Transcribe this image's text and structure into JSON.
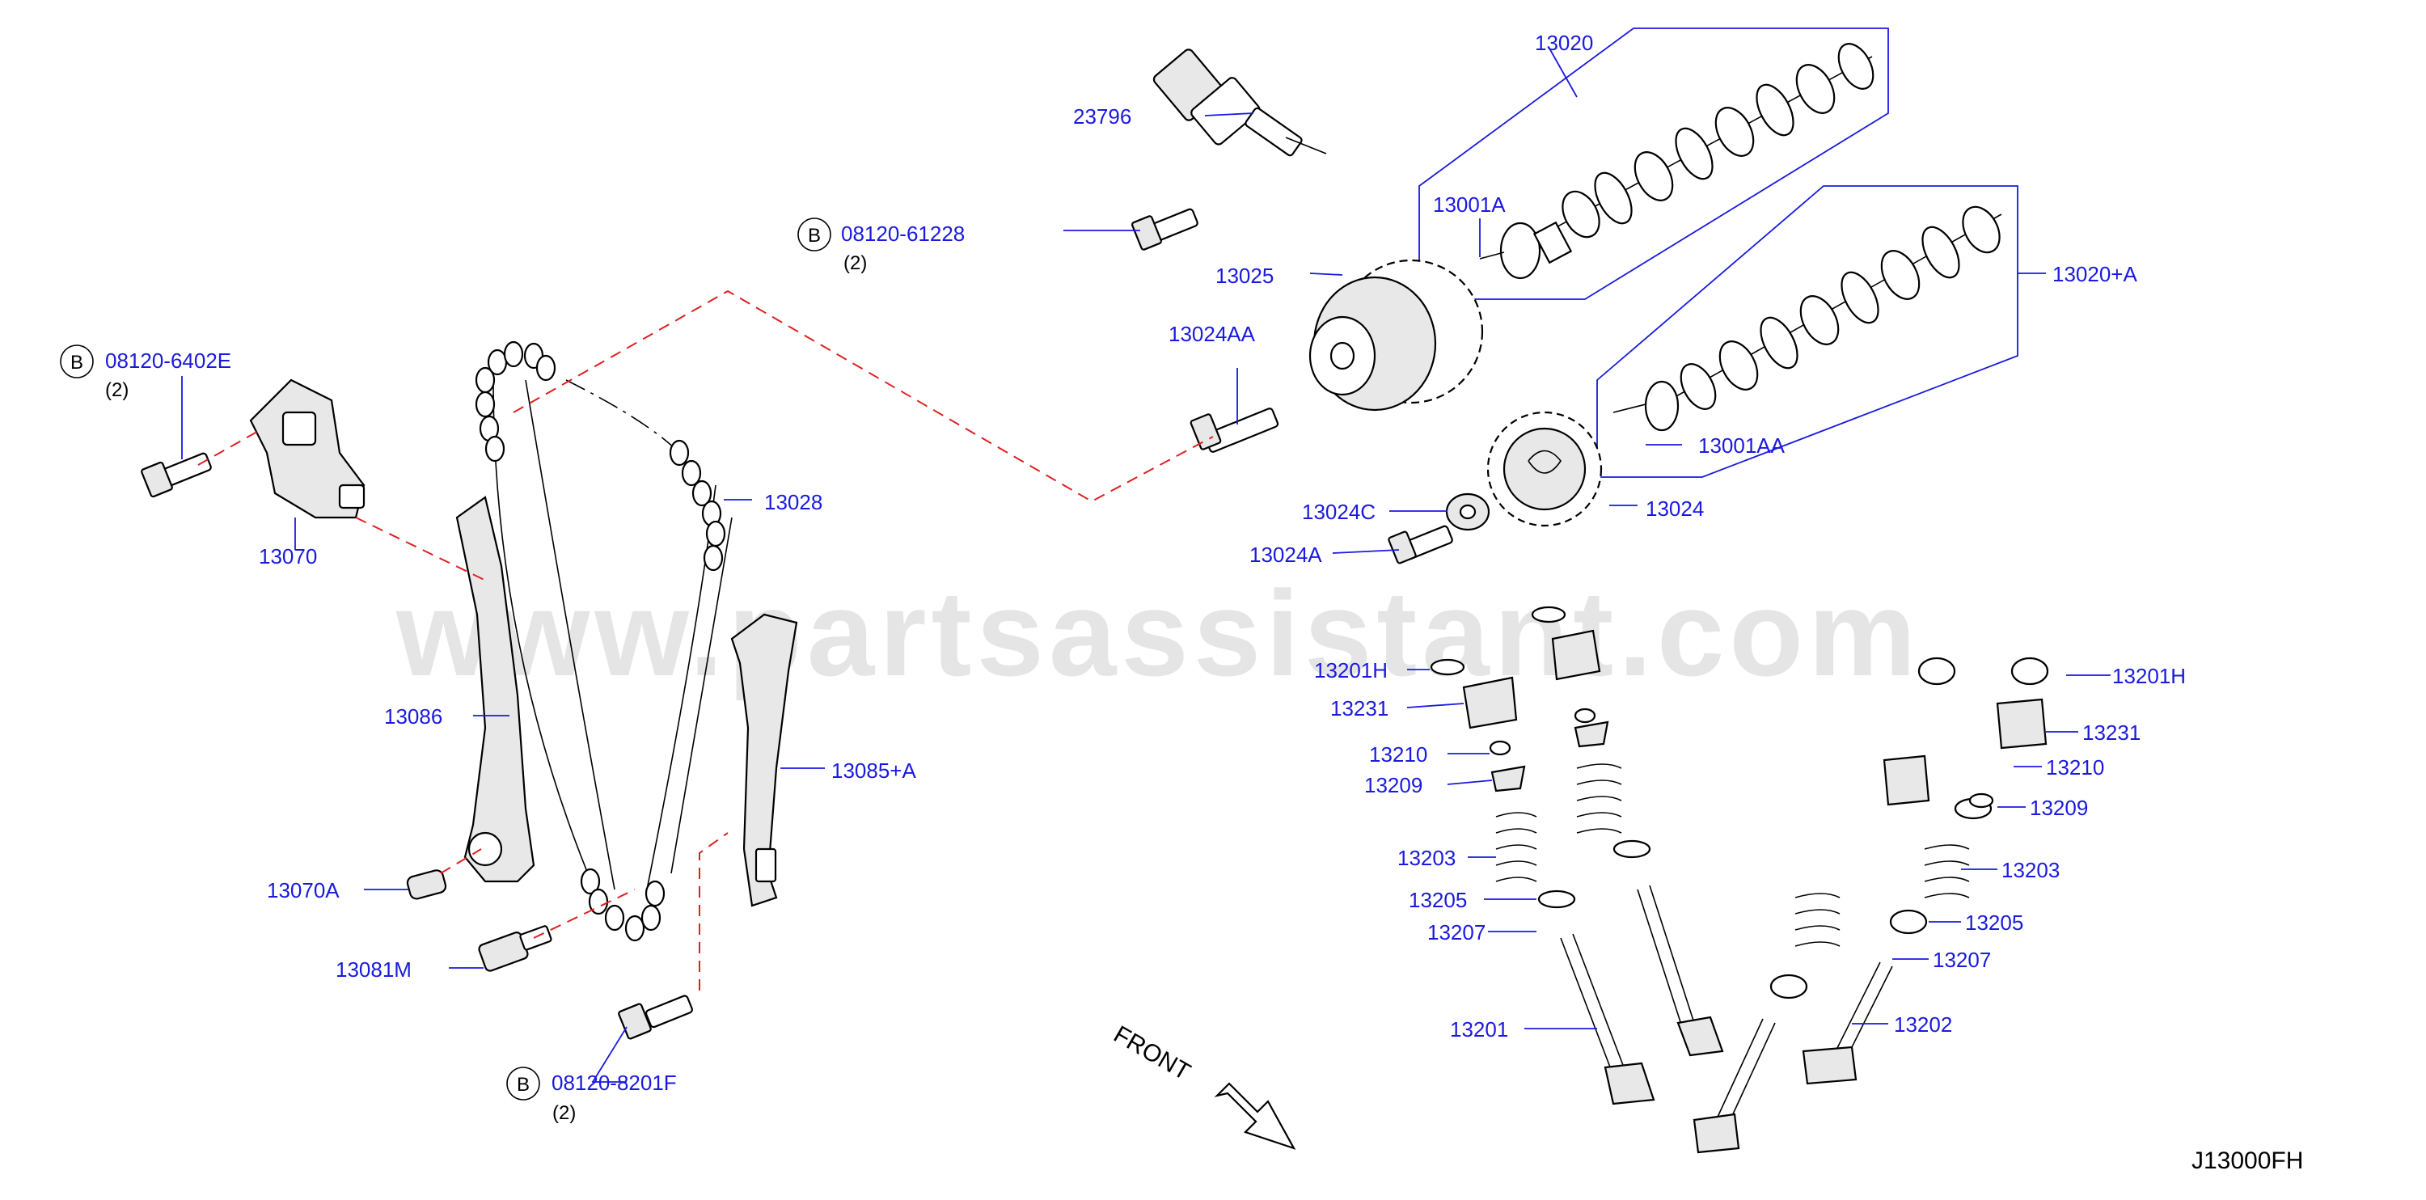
{
  "watermark": "www.partsassistant.com",
  "diagram_code": "J13000FH",
  "front_label": "FRONT",
  "bolt_marker": "B",
  "labels": {
    "l23796": "23796",
    "l13020": "13020",
    "l13001A": "13001A",
    "l13025": "13025",
    "l13024AA": "13024AA",
    "l13020A": "13020+A",
    "l13001AA": "13001AA",
    "l13024C": "13024C",
    "l13024": "13024",
    "l13024A": "13024A",
    "l13028": "13028",
    "l13070": "13070",
    "l13086": "13086",
    "l13085A": "13085+A",
    "l13070A": "13070A",
    "l13081M": "13081M",
    "l13201H_l": "13201H",
    "l13231_l": "13231",
    "l13210_l": "13210",
    "l13209_l": "13209",
    "l13203_l": "13203",
    "l13205_l": "13205",
    "l13207_l": "13207",
    "l13201": "13201",
    "l13201H_r": "13201H",
    "l13231_r": "13231",
    "l13210_r": "13210",
    "l13209_r": "13209",
    "l13203_r": "13203",
    "l13205_r": "13205",
    "l13207_r": "13207",
    "l13202": "13202"
  },
  "bolts": {
    "b1": {
      "part": "08120-61228",
      "qty": "(2)"
    },
    "b2": {
      "part": "08120-6402E",
      "qty": "(2)"
    },
    "b3": {
      "part": "08120-8201F",
      "qty": "(2)"
    }
  }
}
